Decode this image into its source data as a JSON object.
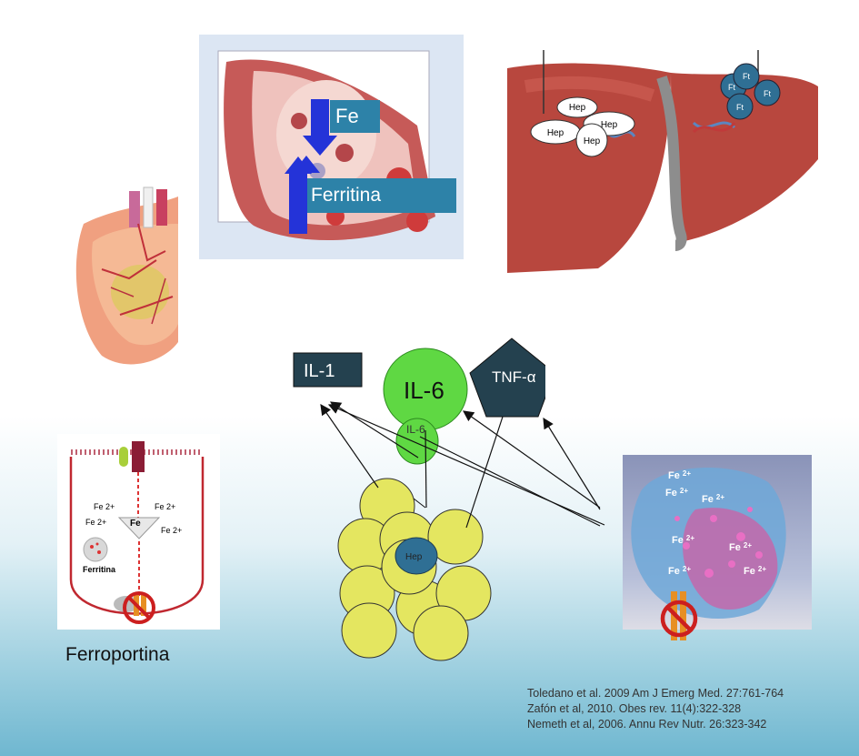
{
  "panel_vessel": {
    "fe_label": "Fe",
    "ferritin_label": "Ferritina"
  },
  "panel_liver": {
    "hep_labels": [
      "Hep",
      "Hep",
      "Hep",
      "Hep"
    ],
    "ft_labels": [
      "Ft",
      "Ft",
      "Ft",
      "Ft"
    ]
  },
  "panel_cell": {
    "fe_labels": [
      "Fe 2+",
      "Fe 2+",
      "Fe 2+",
      "Fe 2+"
    ],
    "center_label": "Fe",
    "ferritin_label": "Ferritina"
  },
  "caption": "Ferroportina",
  "cytokines": {
    "il1": "IL-1",
    "il6_big": "IL-6",
    "il6_small": "IL-6",
    "tnf": "TNF-α",
    "hep": "Hep"
  },
  "panel_macrophage": {
    "fe_labels": [
      "Fe",
      "Fe",
      "Fe",
      "Fe",
      "Fe",
      "Fe",
      "Fe"
    ],
    "superscript": "2+"
  },
  "references": [
    "Toledano et al. 2009 Am J Emerg Med. 27:761-764",
    "Zafón et al, 2010. Obes rev. 11(4):322-328",
    "Nemeth et al, 2006. Annu Rev Nutr. 26:323-342"
  ],
  "colors": {
    "hep_blue": "#2f6f94",
    "il6_green": "#5fd843",
    "il1_dark": "#24414f",
    "fat_yellow": "#e4e660",
    "arrow_blue": "#2433d8",
    "label_teal": "#2d82a8"
  }
}
